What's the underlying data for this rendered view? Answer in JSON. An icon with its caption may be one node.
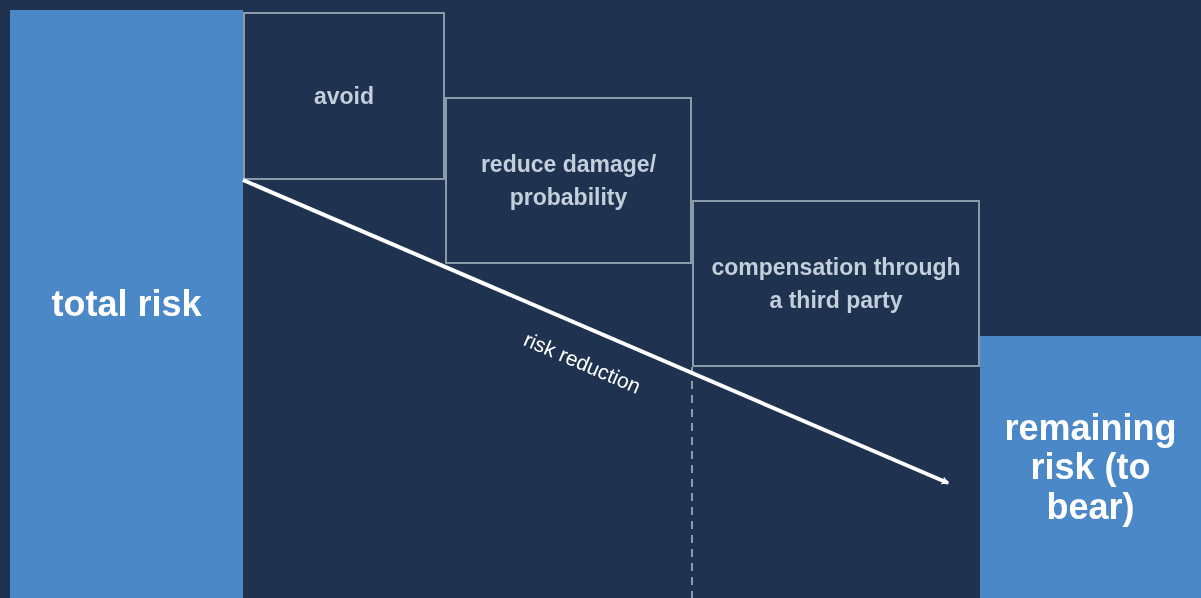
{
  "diagram": {
    "nodes": [
      {
        "text": [
          "total risk"
        ]
      },
      {
        "text": [
          "avoid"
        ]
      },
      {
        "text": [
          "reduce damage/ probability"
        ]
      },
      {
        "text": [
          "compensation through a third party"
        ]
      },
      {
        "text": [
          "remaining risk (to bear)"
        ]
      }
    ],
    "edges": [
      {
        "from": 0,
        "to": 4,
        "arrow": "to",
        "label": "risk reduction"
      }
    ]
  }
}
